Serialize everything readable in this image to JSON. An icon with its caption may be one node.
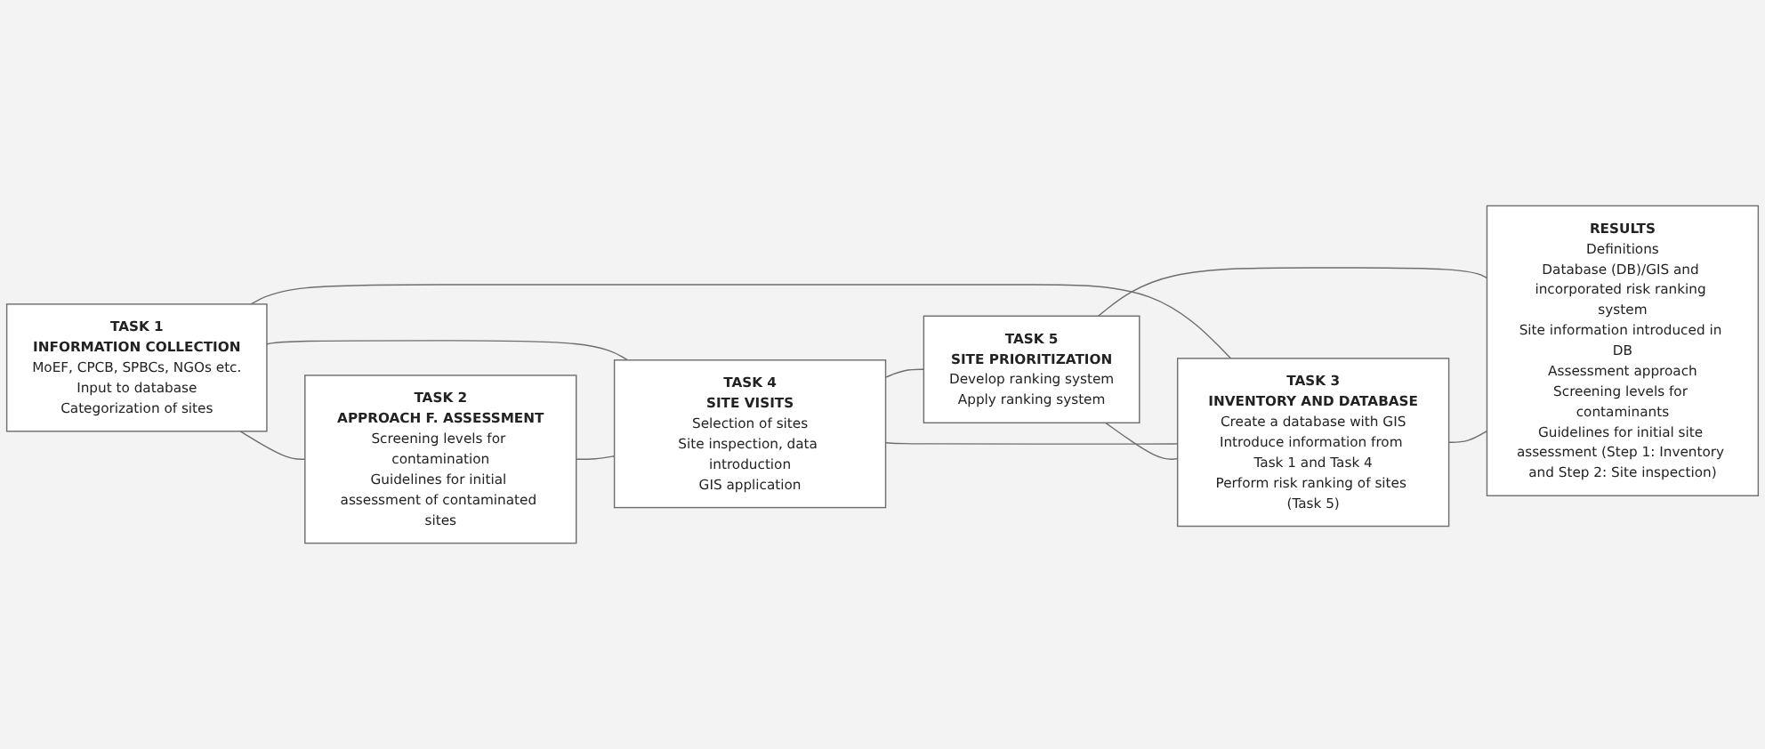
{
  "diagram": {
    "nodes": [
      {
        "text": [
          "TASK 1",
          "INFORMATION COLLECTION",
          "MoEF, CPCB, SPBCs, NGOs etc.",
          "Input to database",
          "Categorization of sites"
        ]
      },
      {
        "text": [
          "TASK 2",
          "APPROACH F. ASSESSMENT",
          "Screening levels for contamination",
          "Guidelines for initial assessment of contaminated sites"
        ]
      },
      {
        "text": [
          "TASK 4",
          "SITE VISITS",
          "Selection of sites",
          "Site inspection, data introduction",
          "GIS application"
        ]
      },
      {
        "text": [
          "TASK 5",
          "SITE PRIORITIZATION",
          "Develop ranking system",
          "Apply ranking system"
        ]
      },
      {
        "text": [
          "TASK 3",
          "INVENTORY AND DATABASE",
          "Create a database with GIS",
          "Introduce information from Task 1 and Task 4",
          "Perform risk ranking of sites (Task 5)"
        ]
      },
      {
        "text": [
          "RESULTS",
          "Definitions",
          "Database (DB)/GIS and incorporated risk ranking system",
          "Site information introduced in DB",
          "Assessment approach",
          "Screening levels for contaminants",
          "Guidelines for initial site assessment (Step 1: Inventory and Step 2: Site inspection)"
        ]
      }
    ],
    "edges": [
      {
        "from": 0,
        "to": 1,
        "arrow": "none"
      },
      {
        "from": 0,
        "to": 4,
        "arrow": "none"
      },
      {
        "from": 0,
        "to": 2,
        "arrow": "none"
      },
      {
        "from": 1,
        "to": 2,
        "arrow": "none"
      },
      {
        "from": 2,
        "to": 3,
        "arrow": "none"
      },
      {
        "from": 2,
        "to": 4,
        "arrow": "none"
      },
      {
        "from": 3,
        "to": 4,
        "arrow": "none"
      },
      {
        "from": 3,
        "to": 5,
        "arrow": "none"
      },
      {
        "from": 4,
        "to": 5,
        "arrow": "none"
      }
    ]
  }
}
